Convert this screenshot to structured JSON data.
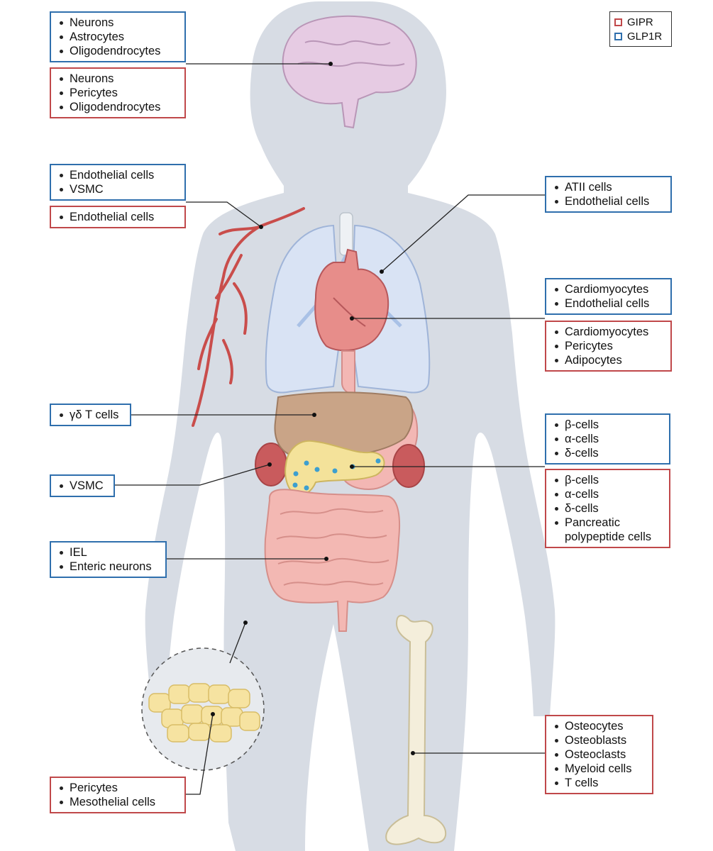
{
  "legend": {
    "items": [
      {
        "label": "GIPR",
        "color": "#c0484a"
      },
      {
        "label": "GLP1R",
        "color": "#2f6fad"
      }
    ]
  },
  "callouts": [
    {
      "id": "brain-glp1r",
      "receptor": "GLP1R",
      "items": [
        "Neurons",
        "Astrocytes",
        "Oligodendrocytes"
      ]
    },
    {
      "id": "brain-gipr",
      "receptor": "GIPR",
      "items": [
        "Neurons",
        "Pericytes",
        "Oligodendrocytes"
      ]
    },
    {
      "id": "vessel-glp1r",
      "receptor": "GLP1R",
      "items": [
        "Endothelial cells",
        "VSMC"
      ]
    },
    {
      "id": "vessel-gipr",
      "receptor": "GIPR",
      "items": [
        "Endothelial cells"
      ]
    },
    {
      "id": "lung-glp1r",
      "receptor": "GLP1R",
      "items": [
        "ATII cells",
        "Endothelial cells"
      ]
    },
    {
      "id": "heart-glp1r",
      "receptor": "GLP1R",
      "items": [
        "Cardiomyocytes",
        "Endothelial cells"
      ]
    },
    {
      "id": "heart-gipr",
      "receptor": "GIPR",
      "items": [
        "Cardiomyocytes",
        "Pericytes",
        "Adipocytes"
      ]
    },
    {
      "id": "liver-glp1r",
      "receptor": "GLP1R",
      "items": [
        "γδ T cells"
      ]
    },
    {
      "id": "kidney-glp1r",
      "receptor": "GLP1R",
      "items": [
        "VSMC"
      ]
    },
    {
      "id": "pancreas-glp1r",
      "receptor": "GLP1R",
      "items": [
        "β-cells",
        "α-cells",
        "δ-cells"
      ]
    },
    {
      "id": "pancreas-gipr",
      "receptor": "GIPR",
      "items": [
        "β-cells",
        "α-cells",
        "δ-cells",
        "Pancreatic",
        "polypeptide cells"
      ]
    },
    {
      "id": "intestine-glp1r",
      "receptor": "GLP1R",
      "items": [
        "IEL",
        "Enteric neurons"
      ]
    },
    {
      "id": "bone-gipr",
      "receptor": "GIPR",
      "items": [
        "Osteocytes",
        "Osteoblasts",
        "Osteoclasts",
        "Myeloid cells",
        "T cells"
      ]
    },
    {
      "id": "adipose-gipr",
      "receptor": "GIPR",
      "items": [
        "Pericytes",
        "Mesothelial cells"
      ]
    }
  ]
}
